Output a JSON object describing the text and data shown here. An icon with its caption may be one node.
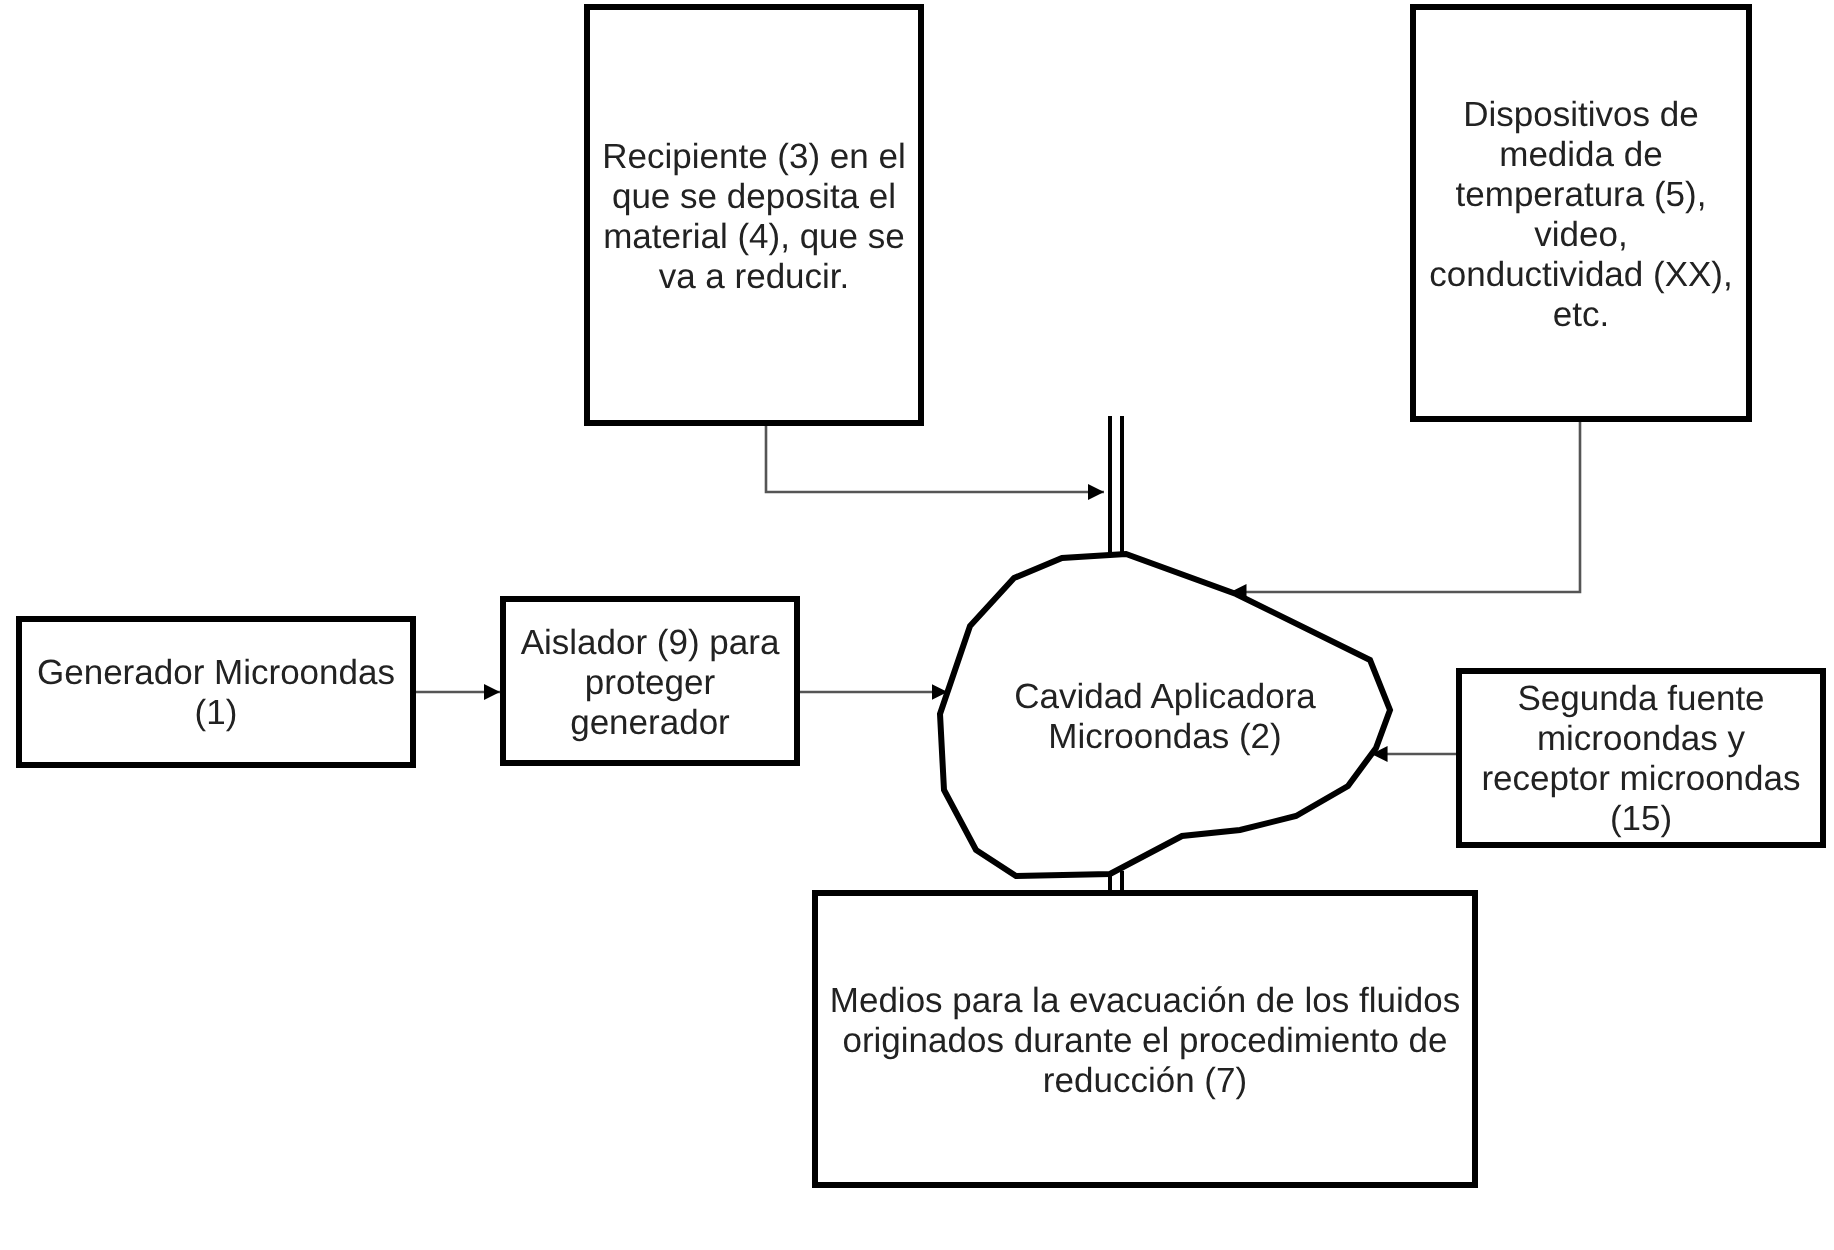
{
  "diagram": {
    "nodes": [
      {
        "text": [
          "Recipiente (3) en el que se deposita el material (4), que se va a reducir."
        ]
      },
      {
        "text": [
          "Dispositivos de medida de temperatura (5), video, conductividad (XX), etc."
        ]
      },
      {
        "text": [],
        "shape": "bar"
      },
      {
        "text": [
          "Generador Microondas (1)"
        ]
      },
      {
        "text": [
          "Aislador (9) para proteger generador"
        ]
      },
      {
        "text": [
          "Cavidad Aplicadora Microondas (2)"
        ]
      },
      {
        "text": [
          "Segunda fuente microondas y receptor microondas (15)"
        ]
      },
      {
        "text": [
          "Medios para la evacuación de los fluidos originados durante el procedimiento de reducción (7)"
        ]
      }
    ],
    "edges": [
      {
        "from": 0,
        "to": 2,
        "arrow": "to"
      },
      {
        "from": 1,
        "to": 5,
        "arrow": "to"
      },
      {
        "from": 3,
        "to": 4,
        "arrow": "to"
      },
      {
        "from": 4,
        "to": 5,
        "arrow": "to"
      },
      {
        "from": 6,
        "to": 5,
        "arrow": "to"
      },
      {
        "from": 5,
        "to": 7,
        "arrow": "none"
      }
    ]
  }
}
